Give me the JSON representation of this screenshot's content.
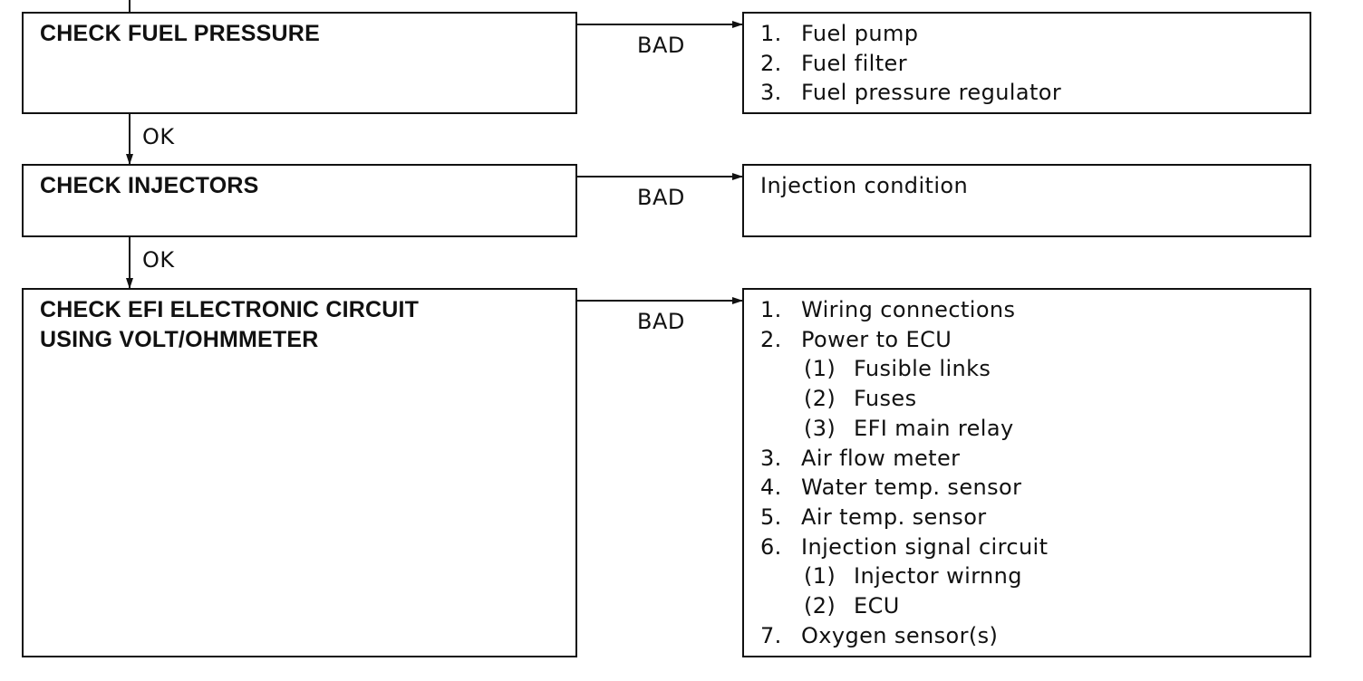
{
  "flowchart": {
    "steps": [
      {
        "title": "CHECK FUEL PRESSURE",
        "bad_label": "BAD",
        "ok_label": "OK",
        "result_items": [
          {
            "num": "1.",
            "text": "Fuel pump"
          },
          {
            "num": "2.",
            "text": "Fuel filter"
          },
          {
            "num": "3.",
            "text": "Fuel pressure regulator"
          }
        ]
      },
      {
        "title": "CHECK INJECTORS",
        "bad_label": "BAD",
        "ok_label": "OK",
        "result_text": "Injection condition"
      },
      {
        "title": "CHECK EFI ELECTRONIC CIRCUIT\nUSING VOLT/OHMMETER",
        "bad_label": "BAD",
        "result_items": [
          {
            "num": "1.",
            "text": "Wiring connections"
          },
          {
            "num": "2.",
            "text": "Power to ECU"
          },
          {
            "num": "(1)",
            "text": "Fusible links",
            "sub": true
          },
          {
            "num": "(2)",
            "text": "Fuses",
            "sub": true
          },
          {
            "num": "(3)",
            "text": "EFI main relay",
            "sub": true
          },
          {
            "num": "3.",
            "text": "Air flow meter"
          },
          {
            "num": "4.",
            "text": "Water temp. sensor"
          },
          {
            "num": "5.",
            "text": "Air temp. sensor"
          },
          {
            "num": "6.",
            "text": "Injection signal circuit"
          },
          {
            "num": "(1)",
            "text": "Injector wirnng",
            "sub": true
          },
          {
            "num": "(2)",
            "text": "ECU",
            "sub": true
          },
          {
            "num": "7.",
            "text": "Oxygen sensor(s)"
          }
        ]
      }
    ]
  }
}
